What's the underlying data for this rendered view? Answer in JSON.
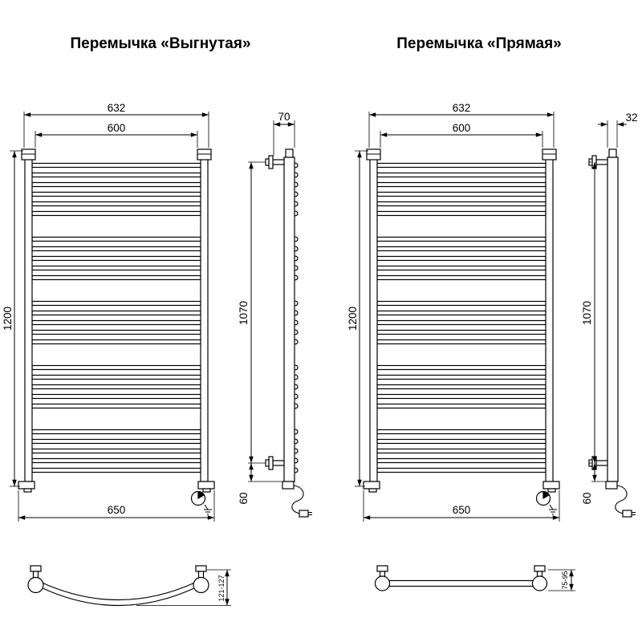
{
  "titles": {
    "left": "Перемычка «Выгнутая»",
    "right": "Перемычка «Прямая»"
  },
  "left_view": {
    "front": {
      "width_top_outer": "632",
      "width_top_inner": "600",
      "height": "1200",
      "width_bottom": "650"
    },
    "side": {
      "depth_top": "70",
      "mount_spacing": "1070",
      "bottom_offset": "60"
    },
    "section": {
      "depth_range": "121-127"
    }
  },
  "right_view": {
    "front": {
      "width_top_outer": "632",
      "width_top_inner": "600",
      "height": "1200",
      "width_bottom": "650"
    },
    "side": {
      "depth_top": "32",
      "mount_spacing": "1070",
      "bottom_offset": "60"
    },
    "section": {
      "depth_range": "75-95"
    }
  }
}
